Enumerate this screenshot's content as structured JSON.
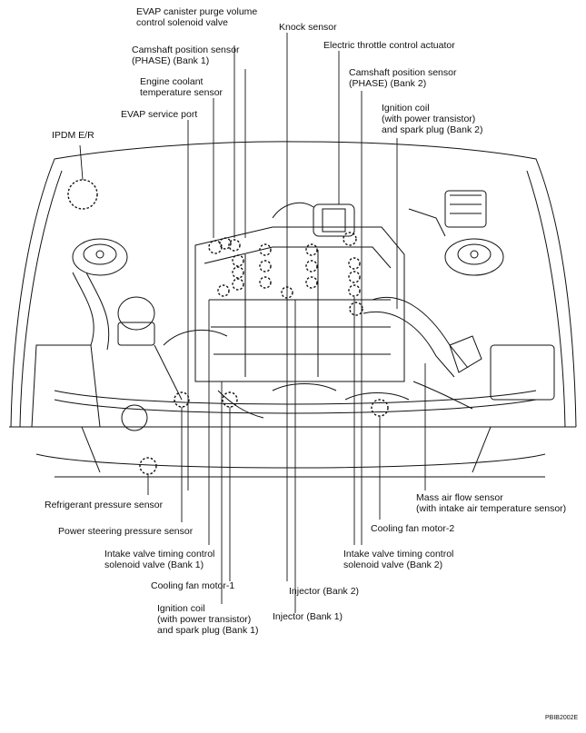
{
  "labels": {
    "evap_purge": "EVAP canister purge volume\ncontrol solenoid valve",
    "knock": "Knock sensor",
    "cam_b1": "Camshaft position sensor\n(PHASE) (Bank 1)",
    "throttle": "Electric throttle control actuator",
    "coolant": "Engine coolant\ntemperature sensor",
    "cam_b2": "Camshaft position sensor\n(PHASE) (Bank 2)",
    "evap_port": "EVAP service port",
    "coil_b2": "Ignition coil\n(with power transistor)\nand spark plug (Bank 2)",
    "ipdm": "IPDM E/R",
    "refrigerant": "Refrigerant pressure sensor",
    "maf": "Mass air flow sensor\n(with intake air temperature sensor)",
    "ps_pressure": "Power steering pressure sensor",
    "fan2": "Cooling fan motor-2",
    "ivt_b1": "Intake valve timing control\nsolenoid valve (Bank 1)",
    "ivt_b2": "Intake valve timing control\nsolenoid valve (Bank 2)",
    "fan1": "Cooling fan motor-1",
    "inj_b2": "Injector (Bank 2)",
    "coil_b1": "Ignition coil\n(with power transistor)\nand spark plug (Bank 1)",
    "inj_b1": "Injector (Bank 1)"
  },
  "figure_code": "PBIB2002E",
  "colors": {
    "line": "#111111",
    "background": "#ffffff"
  }
}
